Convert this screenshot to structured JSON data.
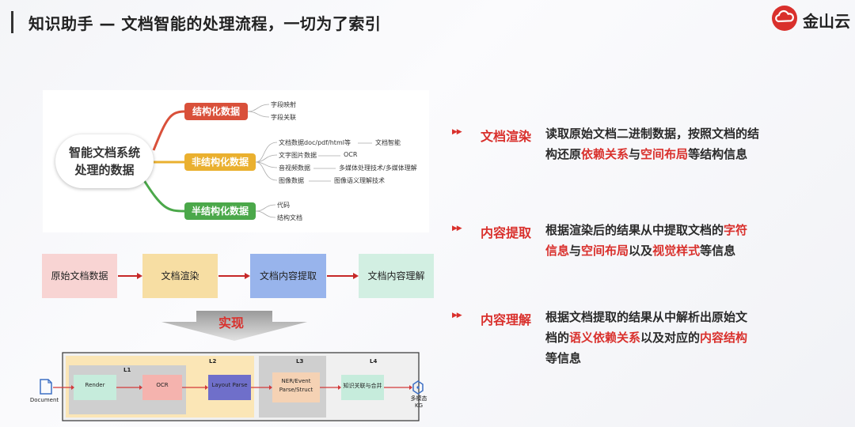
{
  "header": {
    "title": "知识助手 — 文档智能的处理流程，一切为了索引",
    "logo_text": "金山云",
    "accent": "#d9302c"
  },
  "mindmap": {
    "center_line1": "智能文档系统",
    "center_line2": "处理的数据",
    "branches": [
      {
        "label": "结构化数据",
        "color": "#d9503a"
      },
      {
        "label": "非结构化数据",
        "color": "#eab02f"
      },
      {
        "label": "半结构化数据",
        "color": "#4ba84a"
      }
    ],
    "leaves": {
      "struct": [
        "字段映射",
        "字段关联"
      ],
      "unstruct_left": [
        "文档数据doc/pdf/html等",
        "文字图片数据",
        "音视频数据",
        "图像数据"
      ],
      "unstruct_right": [
        "文档智能",
        "OCR",
        "多媒体处理技术/多媒体理解",
        "图像语义理解技术"
      ],
      "semi": [
        "代码",
        "结构文档"
      ]
    }
  },
  "flow": {
    "steps": [
      "原始文档数据",
      "文档渲染",
      "文档内容提取",
      "文档内容理解"
    ],
    "colors": [
      "#f8d4d3",
      "#f7dea3",
      "#98b4ec",
      "#d2efe2"
    ]
  },
  "impl_label": "实现",
  "pipeline": {
    "document_label": "Document",
    "output_label_1": "多模态",
    "output_label_2": "KG",
    "layers": [
      "L1",
      "L2",
      "L3",
      "L4"
    ],
    "boxes": [
      "Render",
      "OCR",
      "Layout Parse",
      "NER/Event",
      "Parse/Struct",
      "知识关联与合并"
    ]
  },
  "sections": [
    {
      "title": "文档渲染",
      "line1": "读取原始文档二进制数据，按照文档的结",
      "line2_a": "构还原",
      "line2_b": "依赖关系",
      "line2_c": "与",
      "line2_d": "空间布局",
      "line2_e": "等结构信息"
    },
    {
      "title": "内容提取",
      "line1_a": "根据渲染后的结果从中提取文档的",
      "line1_b": "字符",
      "line2_a": "信息",
      "line2_b": "与",
      "line2_c": "空间布局",
      "line2_d": "以及",
      "line2_e": "视觉样式",
      "line2_f": "等信息"
    },
    {
      "title": "内容理解",
      "line1": "根据文档提取的结果从中解析出原始文",
      "line2_a": "档的",
      "line2_b": "语义依赖关系",
      "line2_c": "以及对应的",
      "line2_d": "内容结构",
      "line3": "等信息"
    }
  ]
}
